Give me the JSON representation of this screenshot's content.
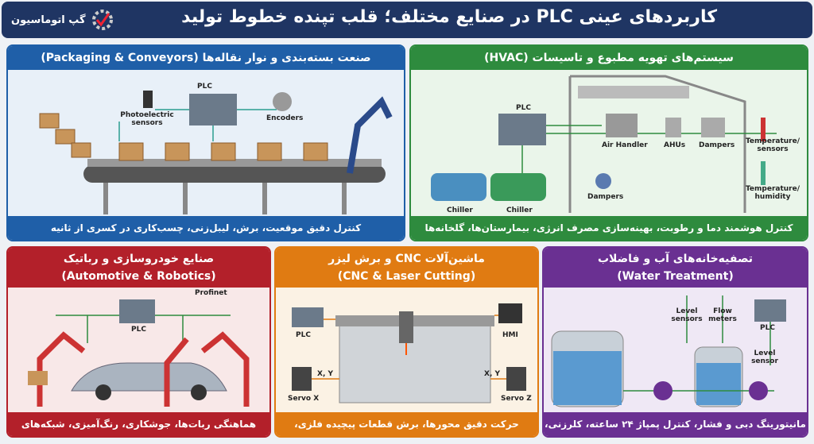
{
  "header": {
    "title": "کاربردهای عینی PLC در صنایع مختلف؛ قلب تپنده خطوط تولید",
    "logo_text": "گپ اتوماسیون"
  },
  "colors": {
    "header": "#1f3563",
    "packaging": "#1f5fa8",
    "hvac": "#2e8b3e",
    "automotive": "#b3202a",
    "cnc": "#e07b12",
    "water": "#6a3092"
  },
  "panels": {
    "packaging": {
      "title": "صنعت بسته‌بندی و نوار نقاله‌ها (Packaging & Conveyors)",
      "footer": "کنترل دقیق موقعیت، برش، لیبل‌زنی، چسب‌کاری در کسری از ثانیه",
      "labels": {
        "plc": "PLC",
        "photo": "Photoelectric sensors",
        "encoders": "Encoders"
      }
    },
    "hvac": {
      "title": "سیستم‌های تهویه مطبوع و تاسیسات (HVAC)",
      "footer": "کنترل هوشمند دما و رطوبت، بهینه‌سازی مصرف انرژی، بیمارستان‌ها، گلخانه‌ها",
      "labels": {
        "plc": "PLC",
        "air": "Air Handler",
        "ahus": "AHUs",
        "dampers": "Dampers",
        "temp_sensors": "Temperature/ sensors",
        "temp_humidity": "Temperature/ humidity",
        "chiller1": "Chiller",
        "chiller2": "Chiller",
        "dampers2": "Dampers"
      }
    },
    "automotive": {
      "title": "صنایع خودروسازی و رباتیک",
      "subtitle": "(Automotive & Robotics)",
      "footer": "هماهنگی ربات‌ها، جوشکاری، رنگ‌آمیزی، شبکه‌های صنعتی پرسرعت",
      "labels": {
        "profinet": "Profinet",
        "plc": "PLC"
      }
    },
    "cnc": {
      "title": "ماشین‌آلات CNC و برش لیزر",
      "subtitle": "(CNC & Laser Cutting)",
      "footer": "حرکت دقیق محورها، برش قطعات پیچیده فلزی، افزایش انعطاف‌پذیری",
      "labels": {
        "plc": "PLC",
        "hmi": "HMI",
        "xy1": "X, Y",
        "xy2": "X, Y",
        "servo_x": "Servo X",
        "servo_z": "Servo Z"
      }
    },
    "water": {
      "title": "تصفیه‌خانه‌های آب و فاضلاب",
      "subtitle": "(Water Treatment)",
      "footer": "مانیتورینگ دبی و فشار، کنترل پمپاژ ۲۴ ساعته، کلرزنی، اعلام خرابی",
      "labels": {
        "level_sensors": "Level sensors",
        "flow_meters": "Flow meters",
        "plc": "PLC",
        "level_sensor": "Level sensor"
      }
    }
  }
}
